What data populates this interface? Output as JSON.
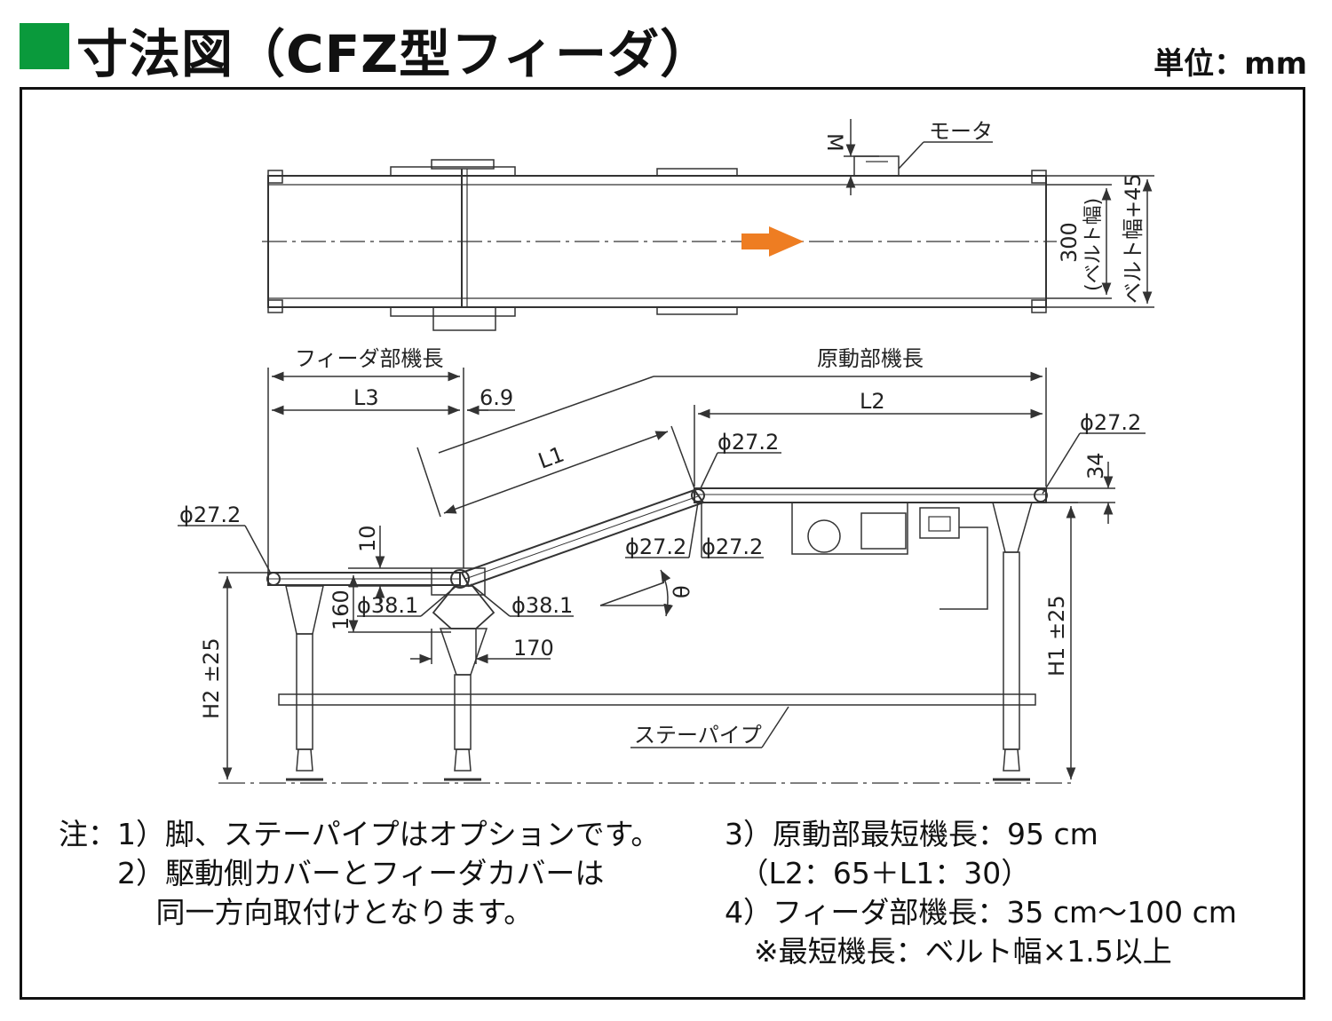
{
  "title": "寸法図（CFZ型フィーダ）",
  "unit": "単位：mm",
  "labels": {
    "motor": "モータ",
    "m": "M",
    "width_main": "300",
    "width_sub": "(ベルト幅)",
    "width_total": "ベルト幅+45",
    "feeder_length": "フィーダ部機長",
    "drive_length": "原動部機長",
    "l3": "L3",
    "d_6_9": "6.9",
    "l2": "L2",
    "l1": "L1",
    "phi_27_2": "ϕ27.2",
    "phi_38_1": "ϕ38.1",
    "d_34": "34",
    "d_10": "10",
    "d_160": "160",
    "d_170": "170",
    "theta": "θ",
    "h1": "H1 ±25",
    "h2": "H2 ±25",
    "stay_pipe": "ステーパイプ"
  },
  "notes_left": [
    "注：1）脚、ステーパイプはオプションです。",
    "　　2）駆動側カバーとフィーダカバーは",
    "　　　 同一方向取付けとなります。"
  ],
  "notes_right": [
    "3）原動部最短機長：95 cm",
    "　（L2：65＋L1：30）",
    "4）フィーダ部機長：35 cm～100 cm",
    "　※最短機長：ベルト幅×1.5以上"
  ],
  "colors": {
    "accent_green": "#0a9a3c",
    "arrow_orange": "#ee7d22",
    "line": "#333333"
  }
}
